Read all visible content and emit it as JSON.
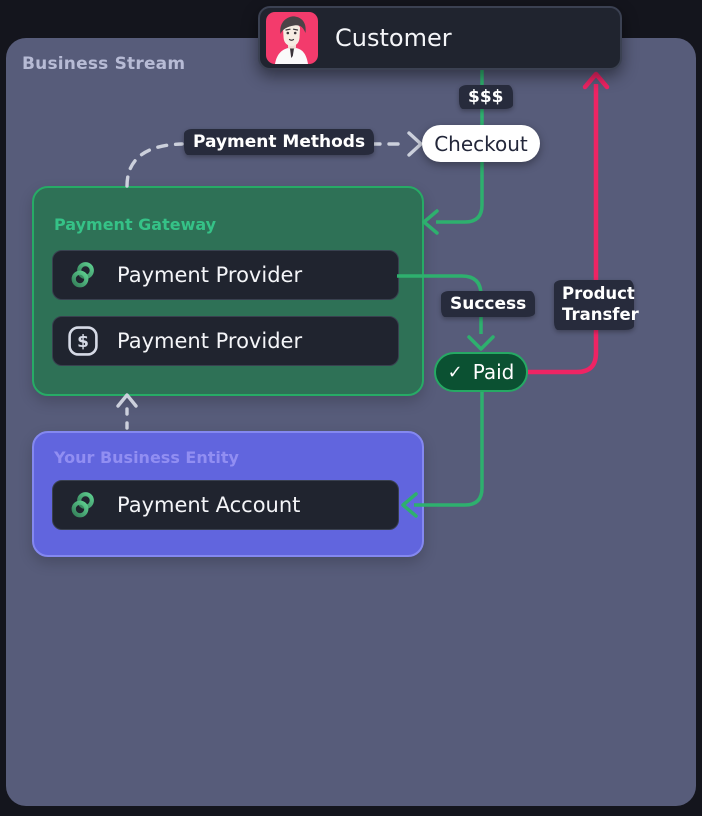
{
  "panel": {
    "title": "Business Stream"
  },
  "nodes": {
    "customer": {
      "label": "Customer",
      "avatar": "customer-avatar"
    },
    "checkout": {
      "label": "Checkout"
    },
    "paid": {
      "check_icon": "✓",
      "label": "Paid"
    },
    "payment_gateway": {
      "title": "Payment Gateway",
      "providers": [
        {
          "label": "Payment Provider",
          "icon": "payment-provider-logo"
        },
        {
          "label": "Payment Provider",
          "icon": "dollar-sign",
          "dollar_glyph": "$"
        }
      ]
    },
    "business_entity": {
      "title": "Your Business Entity",
      "account": {
        "label": "Payment Account"
      }
    }
  },
  "edge_labels": {
    "fee": "$$$",
    "payment_methods": "Payment Methods",
    "success": "Success",
    "product_transfer": "Product Transfer"
  },
  "colors": {
    "flow_green": "#2eb06e",
    "flow_pink": "#ee2464",
    "dashed_gray": "#ccd0dc",
    "gateway_fill": "#2e7156",
    "gateway_border": "#27ab66",
    "gateway_title": "#35c287",
    "entity_fill": "#6165de",
    "entity_border": "#8488f0",
    "paid_fill": "#0b5132",
    "paid_border": "#26a964",
    "node_fill": "#20242f",
    "panel_fill": "#575c7a",
    "avatar_pink": "#f33b6c"
  }
}
